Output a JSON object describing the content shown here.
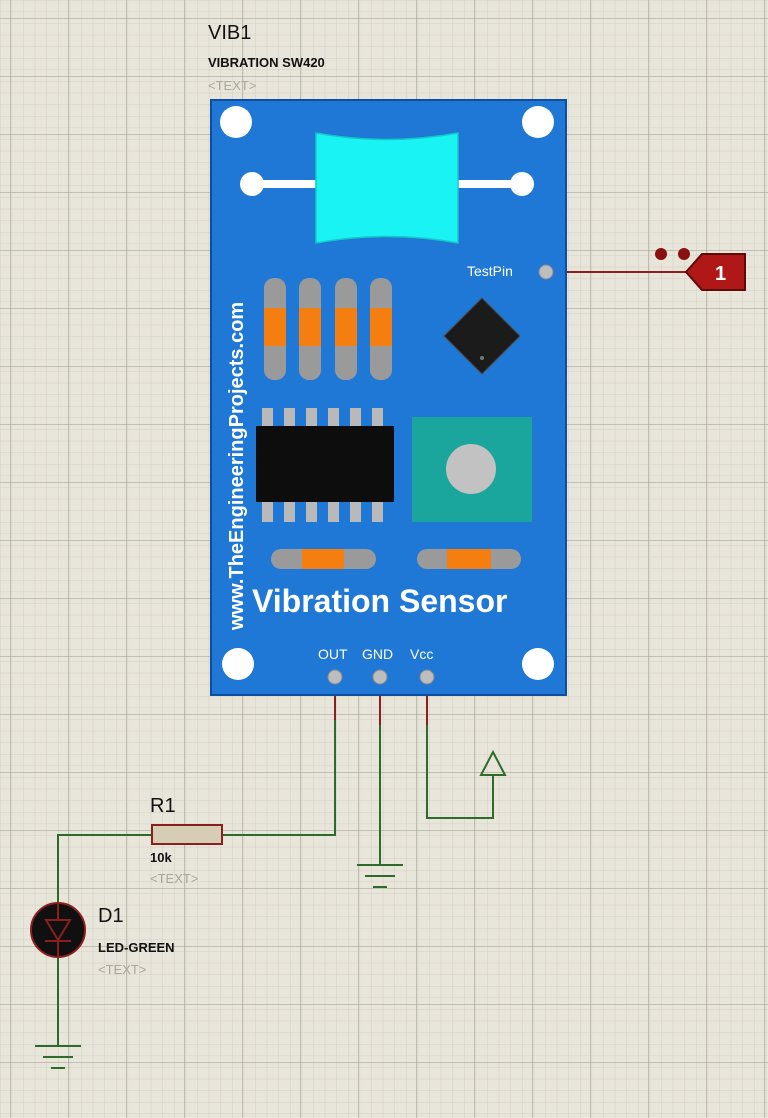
{
  "colors": {
    "background": "#e8e5da",
    "grid_major": "#a7a497",
    "grid_minor": "#cfccbf",
    "wire_green": "#2e6b2a",
    "wire_red": "#8a1f1f",
    "board_blue": "#1f78d6",
    "cyan": "#19f3f3",
    "orange": "#f57e10",
    "terminal_red": "#b01818"
  },
  "module": {
    "ref": "VIB1",
    "part": "VIBRATION SW420",
    "text_placeholder": "<TEXT>",
    "side_text": "www.TheEngineeringProjects.com",
    "title": "Vibration Sensor",
    "pins": [
      "OUT",
      "GND",
      "Vcc"
    ],
    "test_pin": "TestPin"
  },
  "resistor": {
    "ref": "R1",
    "value": "10k",
    "text_placeholder": "<TEXT>"
  },
  "led": {
    "ref": "D1",
    "part": "LED-GREEN",
    "text_placeholder": "<TEXT>"
  },
  "terminal": {
    "label": "1",
    "icon": "logic-terminal-icon"
  },
  "icons": {
    "ground": "ground-symbol-icon",
    "power": "power-arrow-icon",
    "mounting_hole": "mounting-hole-icon"
  }
}
